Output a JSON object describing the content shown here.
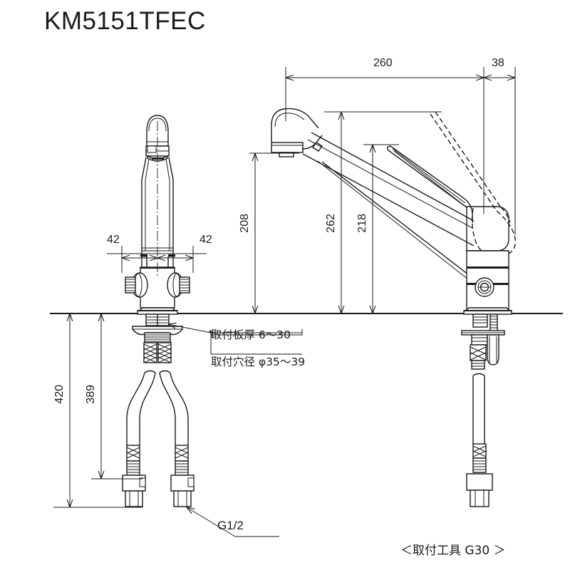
{
  "document": {
    "title": "KM5151TFEC",
    "type": "product-dimension-drawing"
  },
  "dimensions": {
    "top_reach": "260",
    "top_handle_offset": "38",
    "front_left_offset": "42",
    "front_right_offset": "42",
    "spout_height": "208",
    "overall_height": "262",
    "handle_height": "218",
    "below_counter_total": "420",
    "below_counter_hose": "389"
  },
  "annotations": {
    "plate_thickness": "取付板厚 6〜30",
    "hole_diameter": "取付穴径 φ35〜39",
    "connection_thread": "G1/2",
    "tool_note": "＜取付工具 G30 ＞"
  },
  "colors": {
    "line": "#1a1a1a",
    "background": "#ffffff"
  }
}
